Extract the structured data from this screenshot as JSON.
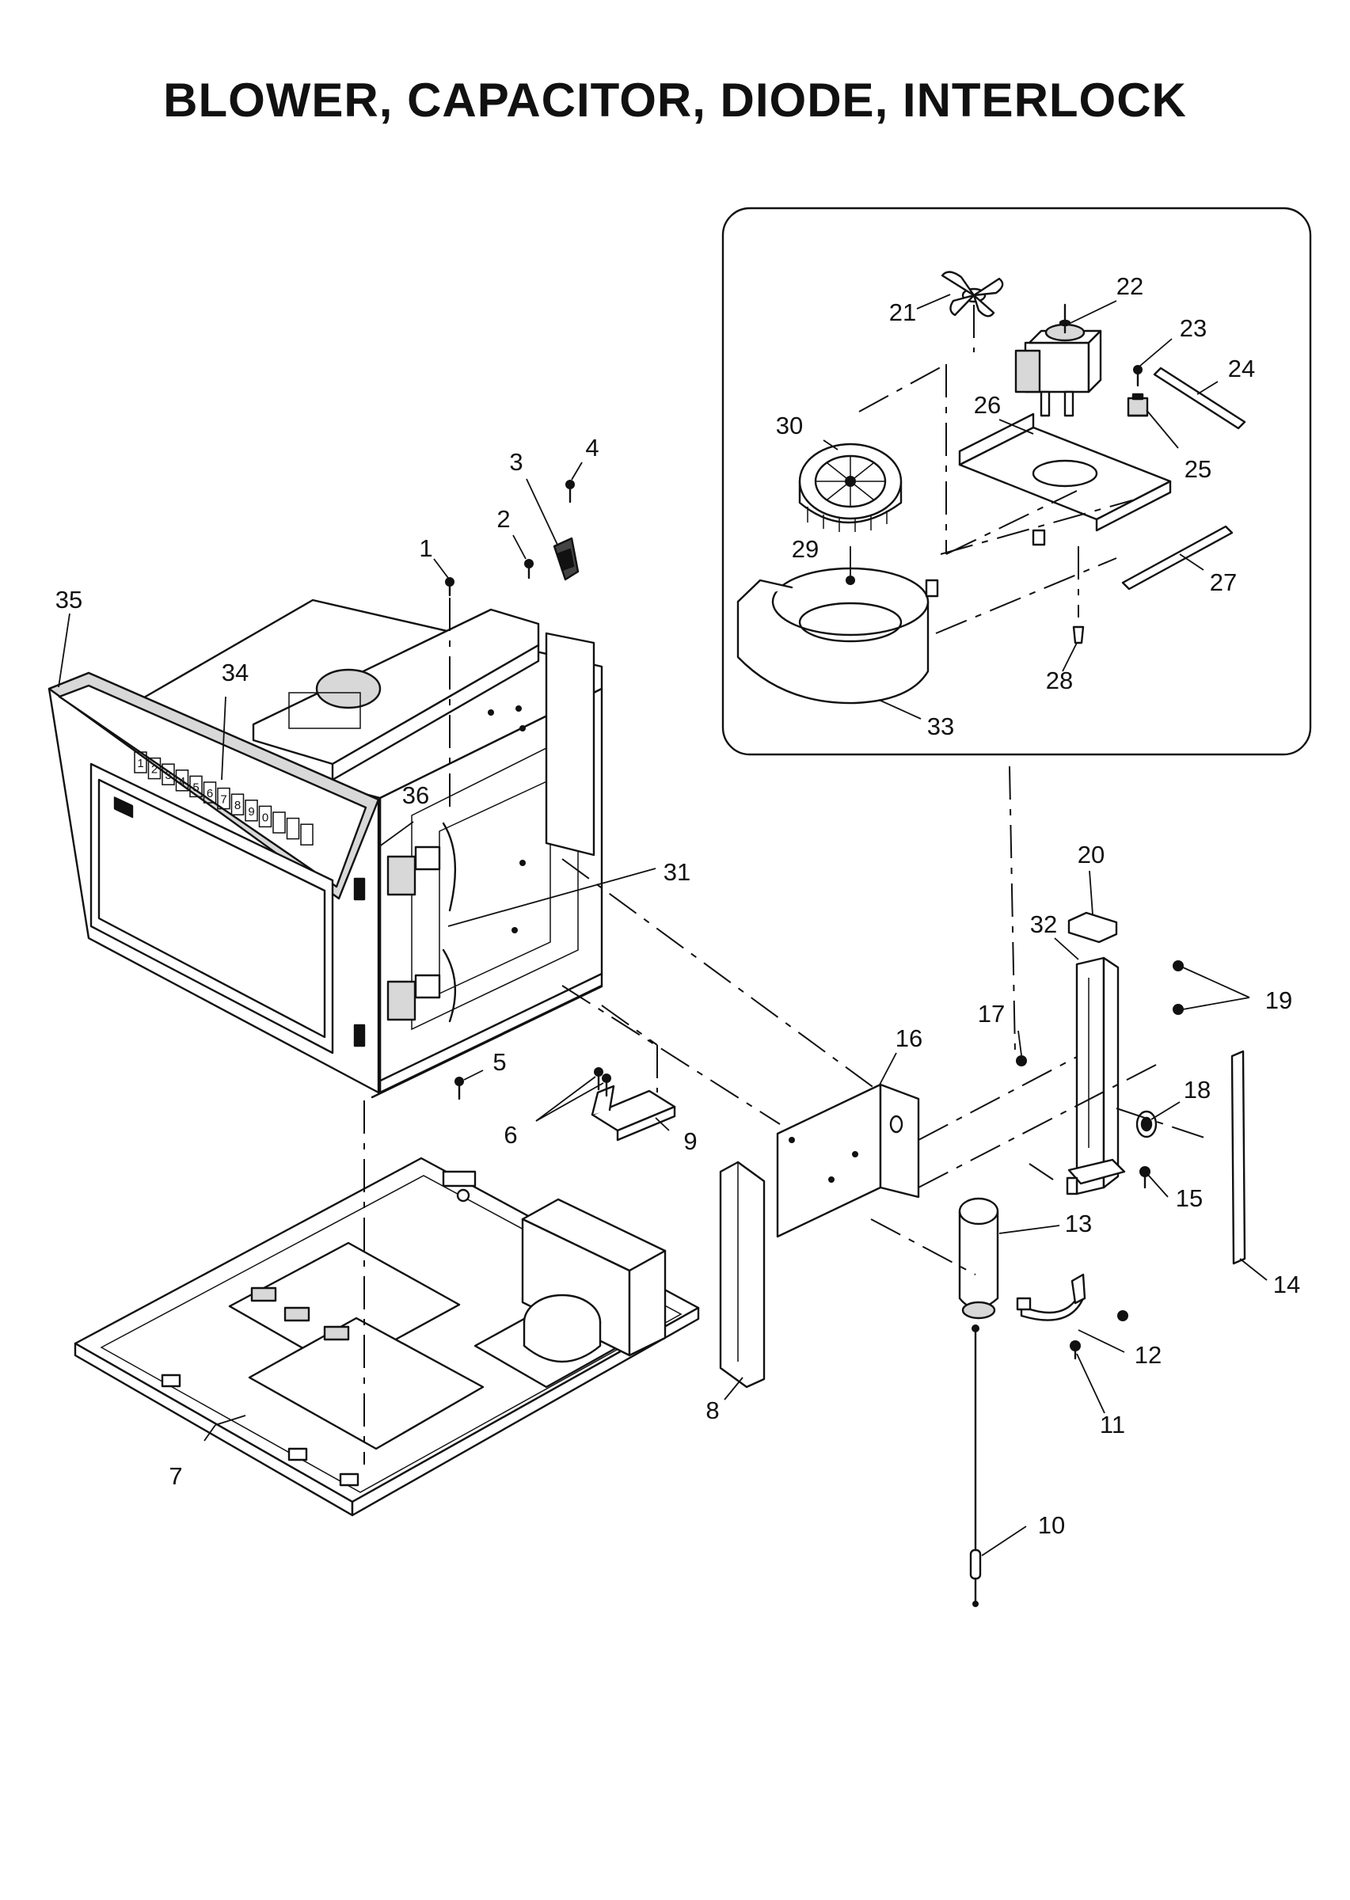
{
  "title": "BLOWER, CAPACITOR, DIODE, INTERLOCK",
  "callouts": {
    "c1": "1",
    "c2": "2",
    "c3": "3",
    "c4": "4",
    "c5": "5",
    "c6": "6",
    "c7": "7",
    "c8": "8",
    "c9": "9",
    "c10": "10",
    "c11": "11",
    "c12": "12",
    "c13": "13",
    "c14": "14",
    "c15": "15",
    "c16": "16",
    "c17": "17",
    "c18": "18",
    "c19": "19",
    "c20": "20",
    "c21": "21",
    "c22": "22",
    "c23": "23",
    "c24": "24",
    "c25": "25",
    "c26": "26",
    "c27": "27",
    "c28": "28",
    "c29": "29",
    "c30": "30",
    "c31": "31",
    "c32": "32",
    "c33": "33",
    "c34": "34",
    "c35": "35",
    "c36": "36"
  },
  "keypad": [
    "1",
    "2",
    "3",
    "4",
    "5",
    "6",
    "7",
    "8",
    "9",
    "0"
  ]
}
